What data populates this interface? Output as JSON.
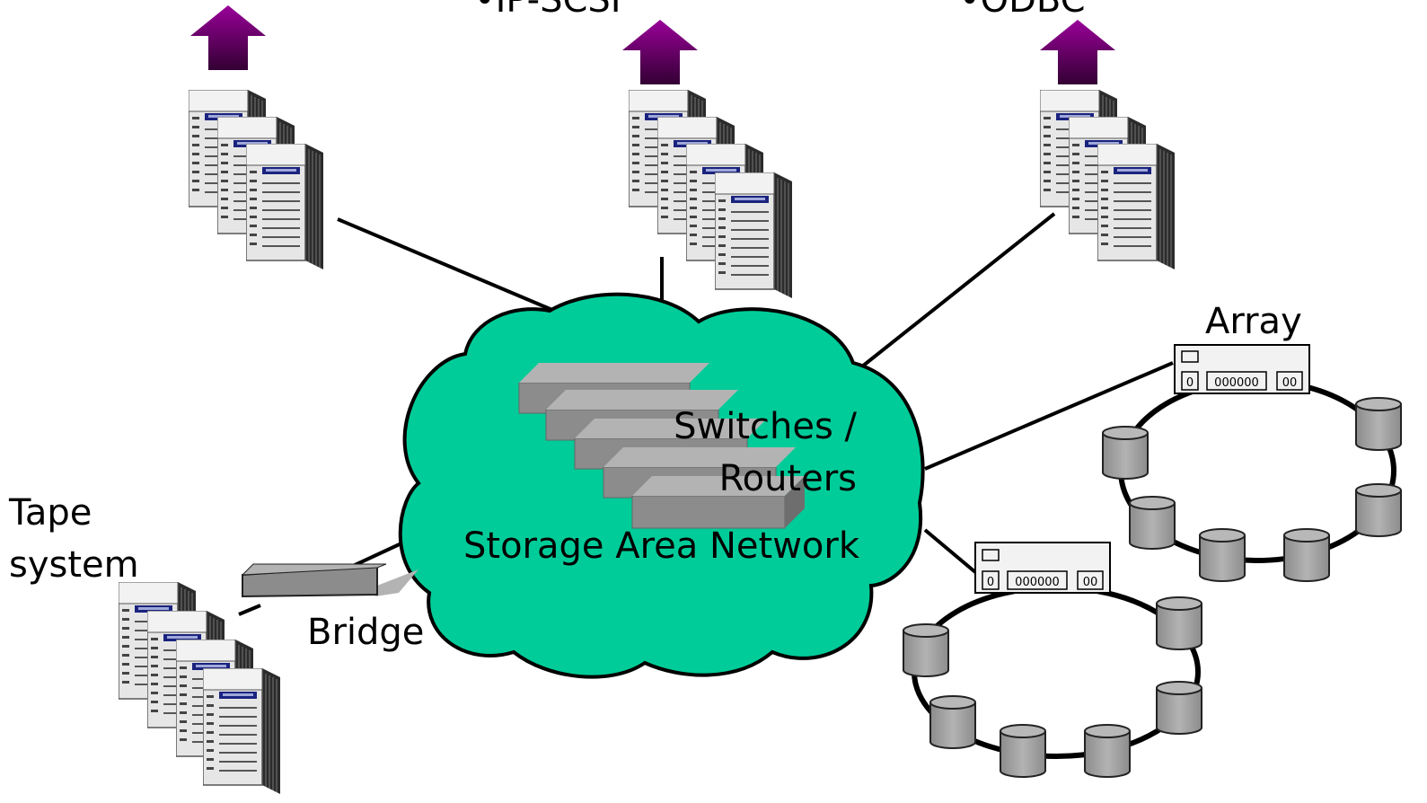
{
  "diagram": {
    "top_labels": {
      "middle": "•IP-SCSI",
      "right": "•ODBC"
    },
    "labels": {
      "san": "Storage Area Network",
      "switches_line1": "Switches /",
      "switches_line2": "Routers",
      "array": "Array",
      "tape_line1": "Tape",
      "tape_line2": "system",
      "bridge": "Bridge"
    },
    "icons": {
      "upload_arrow": "up-arrow-icon",
      "server": "server-rack-icon",
      "disk": "disk-cylinder-icon",
      "array_controller": "array-controller-icon",
      "switch": "network-switch-icon",
      "bridge": "bridge-device-icon"
    },
    "controller_panel": {
      "left": "0",
      "middle": "000000",
      "right": "00"
    },
    "colors": {
      "cloud": "#00cc99",
      "arrow_top": "#990099",
      "arrow_bottom": "#330033",
      "device": "#999999",
      "server_panel": "#e6e6e6",
      "line": "#000000"
    }
  }
}
